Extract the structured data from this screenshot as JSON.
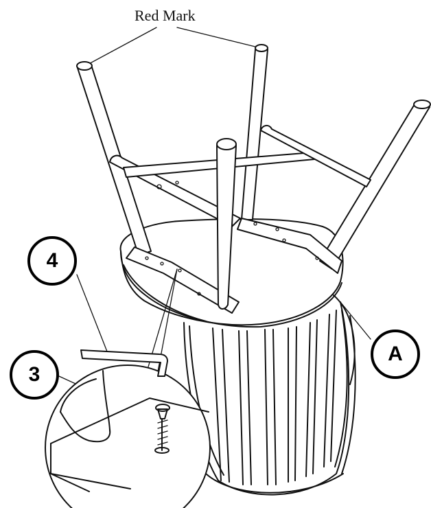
{
  "labels": {
    "red_mark": "Red Mark",
    "callout_4": "4",
    "callout_3": "3",
    "callout_a": "A"
  },
  "colors": {
    "line": "#111111",
    "background": "#ffffff"
  }
}
